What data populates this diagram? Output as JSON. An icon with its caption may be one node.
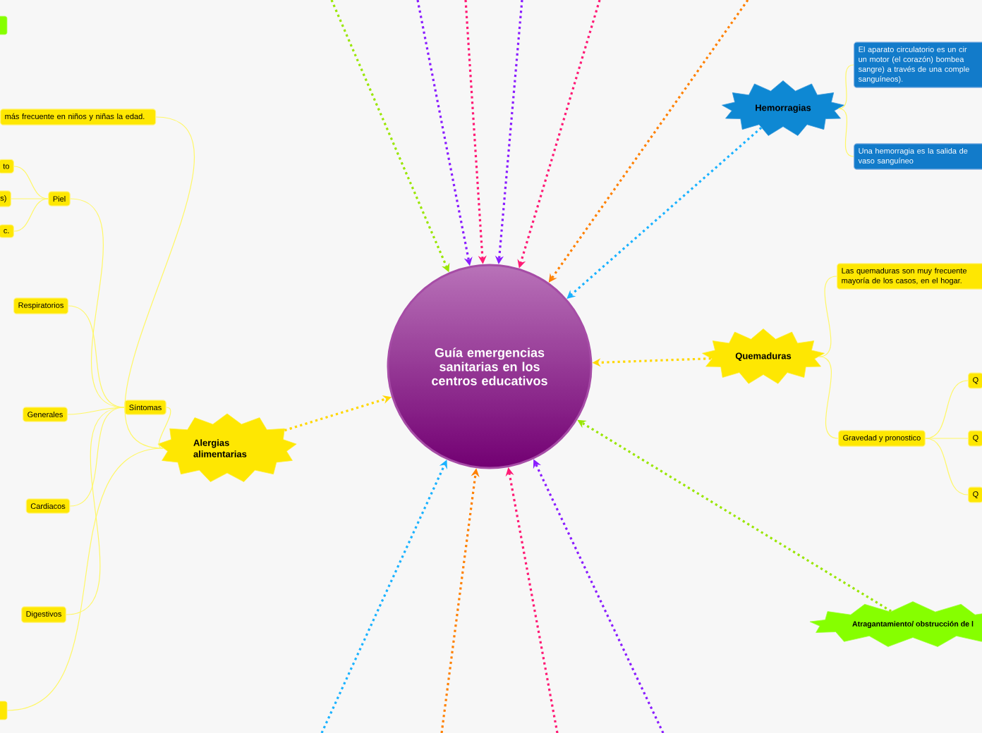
{
  "diagram": {
    "nodes": [
      {
        "text": [
          "Guía emergencias sanitarias en los centros educativos"
        ]
      },
      {
        "text": [
          "Hemorragias"
        ]
      },
      {
        "text": [
          "El aparato circulatorio es un cir un motor (el corazón) bombea sangre) a través de una comple sanguíneos)."
        ]
      },
      {
        "text": [
          "Una hemorragia es la salida de vaso sanguíneo"
        ]
      },
      {
        "text": [
          "Quemaduras"
        ]
      },
      {
        "text": [
          "Las quemaduras son muy frecuente mayoría de los casos, en el hogar."
        ]
      },
      {
        "text": [
          "Gravedad y pronostico"
        ]
      },
      {
        "text": [
          "Q"
        ]
      },
      {
        "text": [
          "Q"
        ]
      },
      {
        "text": [
          "Q"
        ]
      },
      {
        "text": [
          "Atragantamiento/ obstrucción de l"
        ]
      },
      {
        "text": [
          "Alergias alimentarias"
        ]
      },
      {
        "text": [
          "más frecuente en niños y niñas la edad."
        ]
      },
      {
        "text": [
          "Síntomas"
        ]
      },
      {
        "text": [
          "Piel"
        ]
      },
      {
        "text": [
          "to"
        ]
      },
      {
        "text": [
          "s)"
        ]
      },
      {
        "text": [
          "c."
        ]
      },
      {
        "text": [
          "Respiratorios"
        ]
      },
      {
        "text": [
          "Generales"
        ]
      },
      {
        "text": [
          "Cardiacos"
        ]
      },
      {
        "text": [
          "Digestivos"
        ]
      },
      {
        "text": [],
        "shape": "box"
      },
      {
        "text": [],
        "shape": "box"
      }
    ],
    "edges": [
      {
        "from": null,
        "to": 0,
        "arrow": "to",
        "style": "dashed",
        "color": "#99e600"
      },
      {
        "from": null,
        "to": 0,
        "arrow": "to",
        "style": "dashed",
        "color": "#8a1cff"
      },
      {
        "from": null,
        "to": 0,
        "arrow": "to",
        "style": "dashed",
        "color": "#ff1a75"
      },
      {
        "from": null,
        "to": 0,
        "arrow": "to",
        "style": "dashed",
        "color": "#8a1cff"
      },
      {
        "from": null,
        "to": 0,
        "arrow": "to",
        "style": "dashed",
        "color": "#ff1a75"
      },
      {
        "from": null,
        "to": 0,
        "arrow": "to",
        "style": "dashed",
        "color": "#ff8000"
      },
      {
        "from": 1,
        "to": 0,
        "arrow": "to",
        "style": "dashed",
        "color": "#1ab2ff"
      },
      {
        "from": 4,
        "to": 0,
        "arrow": "to",
        "style": "dashed",
        "color": "#ffd700"
      },
      {
        "from": 10,
        "to": 0,
        "arrow": "to",
        "style": "dashed",
        "color": "#99e600"
      },
      {
        "from": 11,
        "to": 0,
        "arrow": "to",
        "style": "dashed",
        "color": "#ffd700"
      },
      {
        "from": null,
        "to": 0,
        "arrow": "to",
        "style": "dashed",
        "color": "#1ab2ff"
      },
      {
        "from": null,
        "to": 0,
        "arrow": "to",
        "style": "dashed",
        "color": "#ff8000"
      },
      {
        "from": null,
        "to": 0,
        "arrow": "to",
        "style": "dashed",
        "color": "#ff1a75"
      },
      {
        "from": null,
        "to": 0,
        "arrow": "to",
        "style": "dashed",
        "color": "#8a1cff"
      },
      {
        "from": 1,
        "to": 2,
        "arrow": "none"
      },
      {
        "from": 1,
        "to": 3,
        "arrow": "none"
      },
      {
        "from": 4,
        "to": 5,
        "arrow": "none"
      },
      {
        "from": 4,
        "to": 6,
        "arrow": "none"
      },
      {
        "from": 6,
        "to": 7,
        "arrow": "none"
      },
      {
        "from": 6,
        "to": 8,
        "arrow": "none"
      },
      {
        "from": 6,
        "to": 9,
        "arrow": "none"
      },
      {
        "from": 11,
        "to": 12,
        "arrow": "none"
      },
      {
        "from": 11,
        "to": 13,
        "arrow": "none"
      },
      {
        "from": 11,
        "to": 23,
        "arrow": "none"
      },
      {
        "from": 13,
        "to": 14,
        "arrow": "none"
      },
      {
        "from": 13,
        "to": 18,
        "arrow": "none"
      },
      {
        "from": 13,
        "to": 19,
        "arrow": "none"
      },
      {
        "from": 13,
        "to": 20,
        "arrow": "none"
      },
      {
        "from": 13,
        "to": 21,
        "arrow": "none"
      },
      {
        "from": 14,
        "to": 15,
        "arrow": "none"
      },
      {
        "from": 14,
        "to": 16,
        "arrow": "none"
      },
      {
        "from": 14,
        "to": 17,
        "arrow": "none"
      }
    ]
  }
}
